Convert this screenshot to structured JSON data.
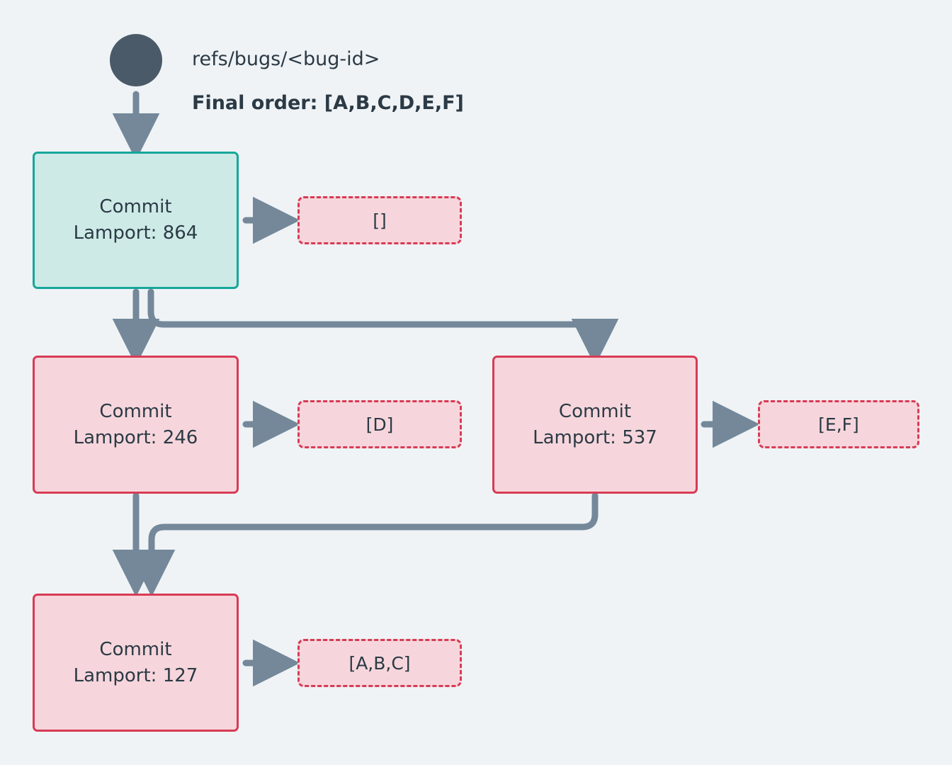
{
  "diagram": {
    "background_color": "#eff3f6",
    "edge_color": "#74889a",
    "head_border_color": "#16a79a",
    "head_fill_color": "#cdeae7",
    "commit_border_color": "#d83b54",
    "commit_fill_color": "#f6d6dc",
    "text_color": "#2b3a45",
    "start_node_color": "#4a5a68"
  },
  "header": {
    "ref_label": "refs/bugs/<bug-id>",
    "final_order_label": "Final order: [A,B,C,D,E,F]"
  },
  "nodes": [
    {
      "id": "head",
      "title": "Commit",
      "lamport_label": "Lamport: 864",
      "lamport": 864,
      "ops_label": "[]",
      "ops": []
    },
    {
      "id": "c246",
      "title": "Commit",
      "lamport_label": "Lamport: 246",
      "lamport": 246,
      "ops_label": "[D]",
      "ops": [
        "D"
      ]
    },
    {
      "id": "c537",
      "title": "Commit",
      "lamport_label": "Lamport: 537",
      "lamport": 537,
      "ops_label": "[E,F]",
      "ops": [
        "E",
        "F"
      ]
    },
    {
      "id": "c127",
      "title": "Commit",
      "lamport_label": "Lamport: 127",
      "lamport": 127,
      "ops_label": "[A,B,C]",
      "ops": [
        "A",
        "B",
        "C"
      ]
    }
  ],
  "edges": [
    {
      "from": "start",
      "to": "head"
    },
    {
      "from": "head",
      "to": "c246"
    },
    {
      "from": "head",
      "to": "c537"
    },
    {
      "from": "c246",
      "to": "c127"
    },
    {
      "from": "c537",
      "to": "c127"
    },
    {
      "from": "head",
      "to": "head-ops"
    },
    {
      "from": "c246",
      "to": "c246-ops"
    },
    {
      "from": "c537",
      "to": "c537-ops"
    },
    {
      "from": "c127",
      "to": "c127-ops"
    }
  ]
}
